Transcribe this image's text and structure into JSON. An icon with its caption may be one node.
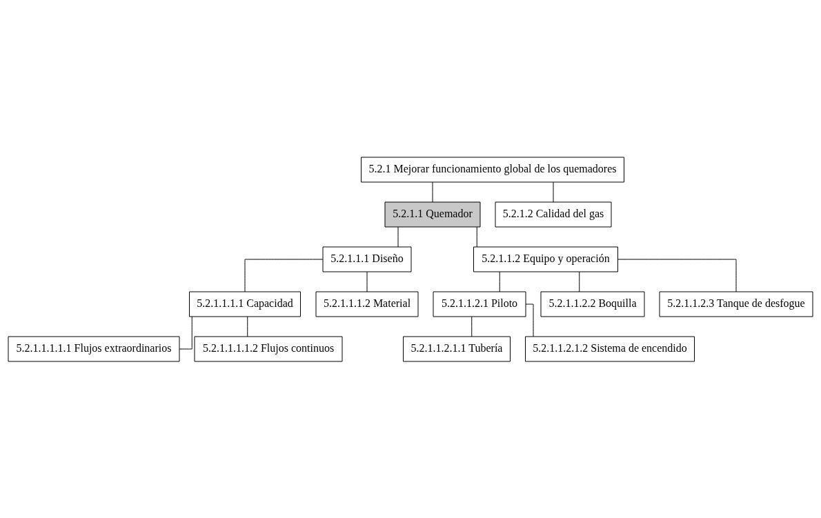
{
  "diagram": {
    "nodes": [
      {
        "text": [
          "5.2.1 Mejorar funcionamiento global de los quemadores"
        ]
      },
      {
        "text": [
          "5.2.1.1 Quemador"
        ]
      },
      {
        "text": [
          "5.2.1.2 Calidad del gas"
        ]
      },
      {
        "text": [
          "5.2.1.1.1 Diseño"
        ]
      },
      {
        "text": [
          "5.2.1.1.2 Equipo y operación"
        ]
      },
      {
        "text": [
          "5.2.1.1.1.1 Capacidad"
        ]
      },
      {
        "text": [
          "5.2.1.1.1.1.1 Flujos extraordinarios"
        ]
      },
      {
        "text": [
          "5.2.1.1.1.1.2 Flujos continuos"
        ]
      },
      {
        "text": [
          "5.2.1.1.1.2 Material"
        ]
      },
      {
        "text": [
          "5.2.1.1.2.1 Piloto"
        ]
      },
      {
        "text": [
          "5.2.1.1.2.1.1 Tubería"
        ]
      },
      {
        "text": [
          "5.2.1.1.2.1.2 Sistema de encendido"
        ]
      },
      {
        "text": [
          "5.2.1.1.2.2 Boquilla"
        ]
      },
      {
        "text": [
          "5.2.1.1.2.3 Tanque de desfogue"
        ]
      }
    ],
    "edges": [
      {
        "from": 0,
        "to": 1,
        "arrow": "none"
      },
      {
        "from": 0,
        "to": 2,
        "arrow": "none"
      },
      {
        "from": 1,
        "to": 3,
        "arrow": "none"
      },
      {
        "from": 1,
        "to": 4,
        "arrow": "none"
      },
      {
        "from": 3,
        "to": 5,
        "arrow": "none"
      },
      {
        "from": 5,
        "to": 6,
        "arrow": "none"
      },
      {
        "from": 5,
        "to": 7,
        "arrow": "none"
      },
      {
        "from": 3,
        "to": 8,
        "arrow": "none"
      },
      {
        "from": 4,
        "to": 9,
        "arrow": "none"
      },
      {
        "from": 9,
        "to": 10,
        "arrow": "none"
      },
      {
        "from": 9,
        "to": 11,
        "arrow": "none"
      },
      {
        "from": 4,
        "to": 12,
        "arrow": "none"
      },
      {
        "from": 4,
        "to": 13,
        "arrow": "none"
      }
    ]
  }
}
